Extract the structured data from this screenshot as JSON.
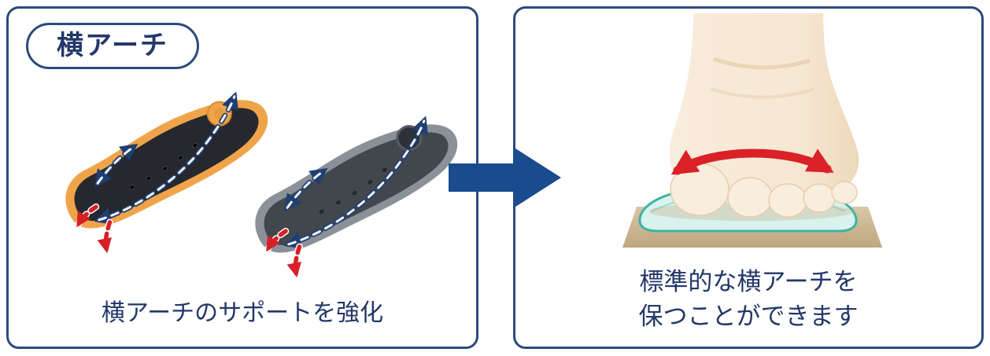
{
  "left_panel": {
    "badge_label": "横アーチ",
    "caption": "横アーチのサポートを強化"
  },
  "right_panel": {
    "caption_line1": "標準的な横アーチを",
    "caption_line2": "保つことができます"
  },
  "colors": {
    "panel_border": "#2c4a7c",
    "text_navy": "#233768",
    "flow_arrow_blue": "#1a4b8e",
    "guide_arrow_navy": "#1e3f72",
    "highlight_red": "#d81f26",
    "insole_rim_orange": "#f0a44a",
    "insole_top_black": "#26282e",
    "insole_gray_top": "#42464d",
    "insole_gray_rim": "#8b9199",
    "pad_teal_edge": "#3bb3a5",
    "pad_teal_fill": "#d8f2ec",
    "ground_tan": "#c9b28c",
    "skin": "#f7e9d6"
  }
}
